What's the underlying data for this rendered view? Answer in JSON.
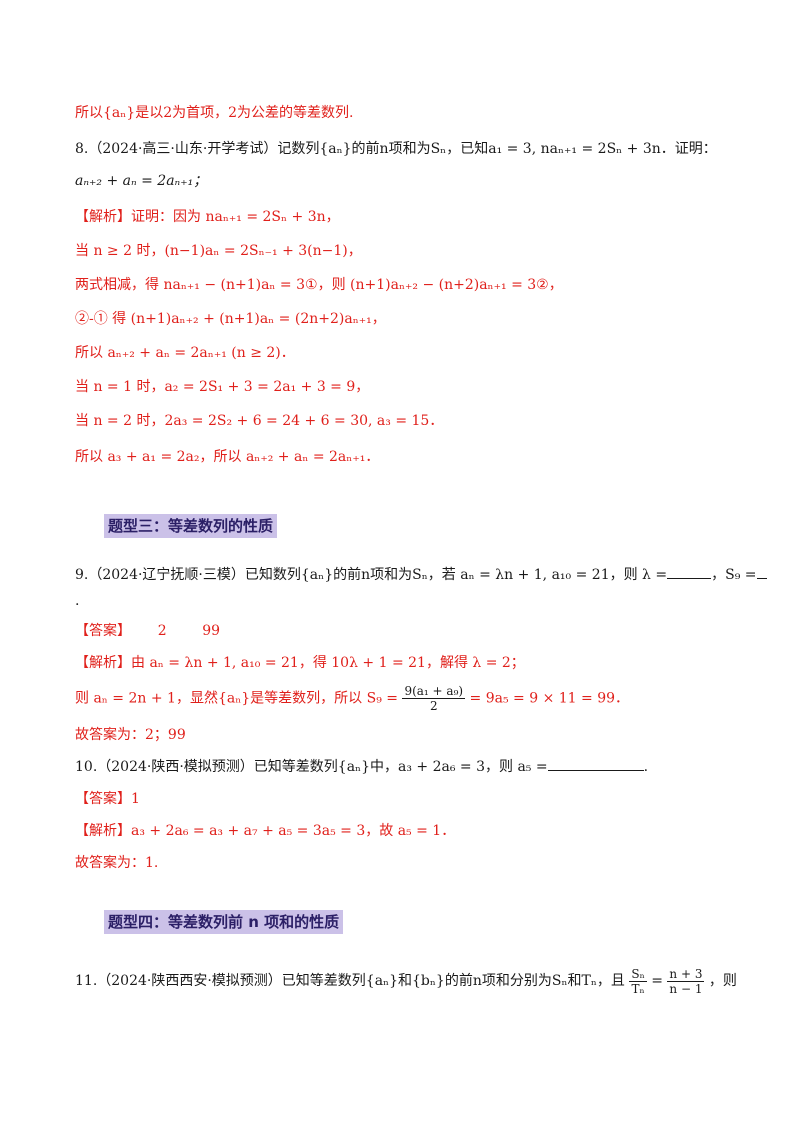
{
  "lines": {
    "l1": "所以{aₙ}是以2为首项，2为公差的等差数列.",
    "q8": "8.（2024·高三·山东·开学考试）记数列{aₙ}的前n项和为Sₙ，已知a₁ = 3, naₙ₊₁ = 2Sₙ + 3n．证明：",
    "q8b": "aₙ₊₂ + aₙ = 2aₙ₊₁；",
    "s1": "【解析】证明：因为 naₙ₊₁ = 2Sₙ + 3n，",
    "s2": "当 n ≥ 2 时，(n−1)aₙ = 2Sₙ₋₁ + 3(n−1)，",
    "s3": "两式相减，得 naₙ₊₁ − (n+1)aₙ = 3①，则 (n+1)aₙ₊₂ − (n+2)aₙ₊₁ = 3②，",
    "s4": "②-① 得 (n+1)aₙ₊₂ + (n+1)aₙ = (2n+2)aₙ₊₁，",
    "s5": "所以 aₙ₊₂ + aₙ = 2aₙ₊₁ (n ≥ 2)．",
    "s6": "当 n = 1 时，a₂ = 2S₁ + 3 = 2a₁ + 3 = 9，",
    "s7": "当 n = 2 时，2a₃ = 2S₂ + 6 = 24 + 6 = 30, a₃ = 15．",
    "s8": "所以 a₃ + a₁ = 2a₂，所以 aₙ₊₂ + aₙ = 2aₙ₊₁．",
    "h3": "题型三：等差数列的性质",
    "q9": "9.（2024·辽宁抚顺·三模）已知数列{aₙ}的前n项和为Sₙ，若 aₙ = λn + 1, a₁₀ = 21，则 λ =",
    "q9s9": "，S₉ =",
    "q9dot": ".",
    "a9": "【答案】      2        99",
    "j9a": "【解析】由 aₙ = λn + 1, a₁₀ = 21，得 10λ + 1 = 21，解得 λ = 2；",
    "j9b1": "则 aₙ = 2n + 1，显然{aₙ}是等差数列，所以 S₉ =",
    "j9b_num": "9(a₁ + a₉)",
    "j9b_den": "2",
    "j9b2": "= 9a₅ = 9 × 11 = 99．",
    "j9c": "故答案为：2；99",
    "q10": "10.（2024·陕西·模拟预测）已知等差数列{aₙ}中，a₃ + 2a₆ = 3，则 a₅ =",
    "q10end": ".",
    "a10": "【答案】1",
    "j10": "【解析】a₃ + 2a₆ = a₃ + a₇ + a₅ = 3a₅ = 3，故 a₅ = 1．",
    "j10c": "故答案为：1.",
    "h4": "题型四：等差数列前 n 项和的性质",
    "q11": "11.（2024·陕西西安·模拟预测）已知等差数列{aₙ}和{bₙ}的前n项和分别为Sₙ和Tₙ，且",
    "q11_fnum": "Sₙ",
    "q11_fden": "Tₙ",
    "q11_eq": "=",
    "q11_gnum": "n + 3",
    "q11_gden": "n − 1",
    "q11end": "，则"
  }
}
